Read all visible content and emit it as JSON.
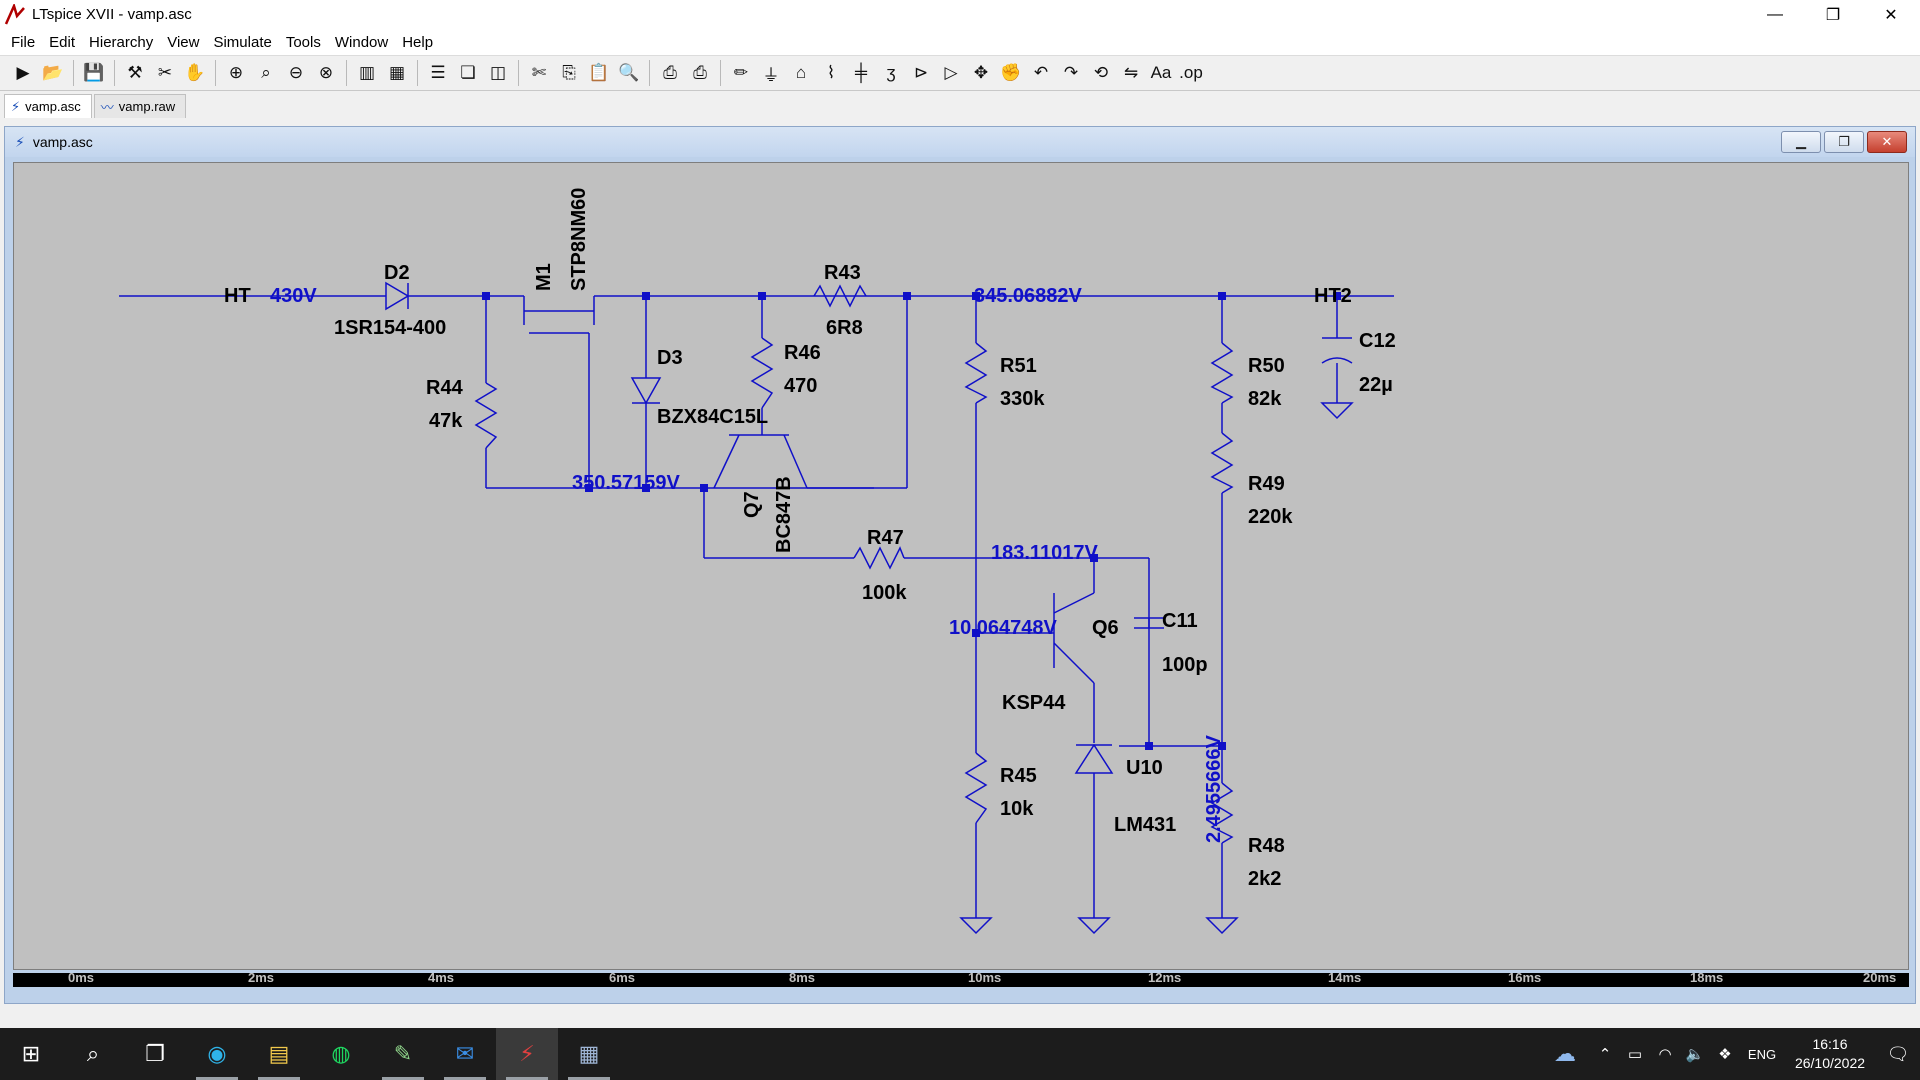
{
  "window": {
    "title": "LTspice XVII - vamp.asc"
  },
  "menu": [
    {
      "label": "File",
      "mnemonic": "F"
    },
    {
      "label": "Edit",
      "mnemonic": "E"
    },
    {
      "label": "Hierarchy",
      "mnemonic": "H"
    },
    {
      "label": "View",
      "mnemonic": "V"
    },
    {
      "label": "Simulate",
      "mnemonic": "S"
    },
    {
      "label": "Tools",
      "mnemonic": "T"
    },
    {
      "label": "Window",
      "mnemonic": "W"
    },
    {
      "label": "Help",
      "mnemonic": "H"
    }
  ],
  "tabs": [
    {
      "label": "vamp.asc",
      "icon": "schematic-icon",
      "active": true
    },
    {
      "label": "vamp.raw",
      "icon": "waveform-icon",
      "active": false
    }
  ],
  "child_window": {
    "title": "vamp.asc"
  },
  "schematic": {
    "net_labels": {
      "ht": "HT",
      "ht2": "HT2"
    },
    "voltages": {
      "ht": "430V",
      "ht2": "345.06882V",
      "source": "350.57159V",
      "q6_collector": "183.11017V",
      "q6_base": "10.064748V",
      "ref": "2.4955666V"
    },
    "components": {
      "d2": {
        "ref": "D2",
        "value": "1SR154-400"
      },
      "m1": {
        "ref": "M1",
        "value": "STP8NM60"
      },
      "r43": {
        "ref": "R43",
        "value": "6R8"
      },
      "r44": {
        "ref": "R44",
        "value": "47k"
      },
      "d3": {
        "ref": "D3",
        "value": "BZX84C15L"
      },
      "r46": {
        "ref": "R46",
        "value": "470"
      },
      "q7": {
        "ref": "Q7",
        "value": "BC847B"
      },
      "r47": {
        "ref": "R47",
        "value": "100k"
      },
      "r51": {
        "ref": "R51",
        "value": "330k"
      },
      "q6": {
        "ref": "Q6",
        "value": "KSP44"
      },
      "c11": {
        "ref": "C11",
        "value": "100p"
      },
      "r45": {
        "ref": "R45",
        "value": "10k"
      },
      "u10": {
        "ref": "U10",
        "value": "LM431"
      },
      "r50": {
        "ref": "R50",
        "value": "82k"
      },
      "r49": {
        "ref": "R49",
        "value": "220k"
      },
      "r48": {
        "ref": "R48",
        "value": "2k2"
      },
      "c12": {
        "ref": "C12",
        "value": "22µ"
      }
    }
  },
  "time_axis": [
    "0ms",
    "2ms",
    "4ms",
    "6ms",
    "8ms",
    "10ms",
    "12ms",
    "14ms",
    "16ms",
    "18ms",
    "20ms"
  ],
  "taskbar": {
    "apps": [
      {
        "name": "start-button",
        "glyph": "⊞"
      },
      {
        "name": "search-button",
        "glyph": "⌕"
      },
      {
        "name": "task-view-button",
        "glyph": "❐"
      },
      {
        "name": "edge-button",
        "glyph": "◉"
      },
      {
        "name": "explorer-button",
        "glyph": "▤"
      },
      {
        "name": "spotify-button",
        "glyph": "◍"
      },
      {
        "name": "notepad-button",
        "glyph": "✎"
      },
      {
        "name": "mail-button",
        "glyph": "✉"
      },
      {
        "name": "ltspice-button",
        "glyph": "⚡"
      },
      {
        "name": "calculator-button",
        "glyph": "▦"
      }
    ],
    "language": "ENG",
    "time": "16:16",
    "date": "26/10/2022"
  },
  "colors": {
    "wire": "#1010c8",
    "schematic_bg": "#c0c0c0",
    "voltage_text": "#1010c8"
  }
}
